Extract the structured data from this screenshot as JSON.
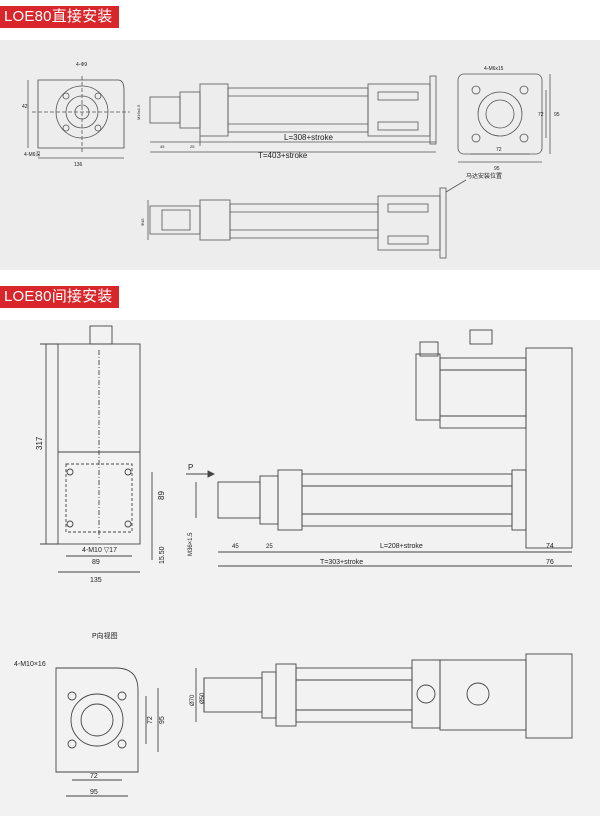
{
  "section1": {
    "title": "LOE80直接安装",
    "labels": {
      "holes_front": "4-Φ9",
      "flange_square": "4-M6x15",
      "bottom_hole": "4-M6深",
      "dim_width_left": "136",
      "dim_side_a": "42",
      "dim_side_b": "95",
      "dim_L": "L=308+stroke",
      "dim_T": "T=403+stroke",
      "dim_72": "72",
      "dim_95": "95",
      "dim_95h": "95",
      "dim_72h": "72",
      "motor_note": "马达安装位置",
      "thread": "M16x1.5",
      "dim_45": "45",
      "dim_25": "25",
      "dim_40": "40",
      "dim_phi": "Φ45"
    }
  },
  "section2": {
    "title": "LOE80间接安装",
    "labels": {
      "dim_317": "317",
      "dim_89": "89",
      "dim_89h": "89",
      "dim_135": "135",
      "dim_15_50": "15.50",
      "holes": "4-M10 ▽17",
      "p_arrow": "P",
      "thread": "M36×1.5",
      "dim_45": "45",
      "dim_25": "25",
      "dim_L": "L=208+stroke",
      "dim_T": "T=303+stroke",
      "dim_74": "74",
      "dim_76": "76",
      "view_title": "P向视图",
      "holes2": "4-M10×16",
      "dim_72v": "72",
      "dim_95v": "95",
      "dim_72": "72",
      "dim_95": "95",
      "dim_phi70": "Ø70",
      "dim_phi50": "Ø50"
    }
  }
}
